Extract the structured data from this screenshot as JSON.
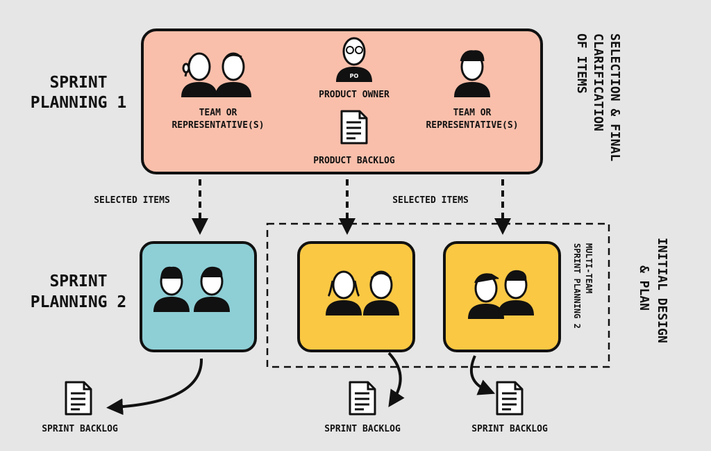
{
  "colors": {
    "background": "#e6e6e6",
    "sprint_planning_1_box": "#f9bfab",
    "sprint_planning_2_box": "#8ecfd6",
    "team_box": "#fbc843",
    "ink": "#111111"
  },
  "sprint_planning_1": {
    "title_line1": "SPRINT",
    "title_line2": "PLANNING 1",
    "side_line1": "SELECTION & FINAL",
    "side_line2": "CLARIFICATION",
    "side_line3": "OF ITEMS",
    "left_team_line1": "TEAM OR",
    "left_team_line2": "REPRESENTATIVE(S)",
    "product_owner": "PRODUCT OWNER",
    "po_badge": "PO",
    "product_backlog": "PRODUCT BACKLOG",
    "right_team_line1": "TEAM OR",
    "right_team_line2": "REPRESENTATIVE(S)"
  },
  "flow": {
    "selected_items_left": "SELECTED ITEMS",
    "selected_items_right": "SELECTED ITEMS"
  },
  "sprint_planning_2": {
    "title_line1": "SPRINT",
    "title_line2": "PLANNING 2",
    "side_line1": "INITIAL DESIGN",
    "side_line2": "& PLAN",
    "multi_team_line1": "MULTI-TEAM",
    "multi_team_line2": "SPRINT PLANNING 2"
  },
  "outputs": {
    "backlog_1": "SPRINT BACKLOG",
    "backlog_2": "SPRINT BACKLOG",
    "backlog_3": "SPRINT BACKLOG"
  },
  "icons": [
    "person-icon",
    "document-icon",
    "dashed-arrow-icon",
    "curved-arrow-icon"
  ]
}
